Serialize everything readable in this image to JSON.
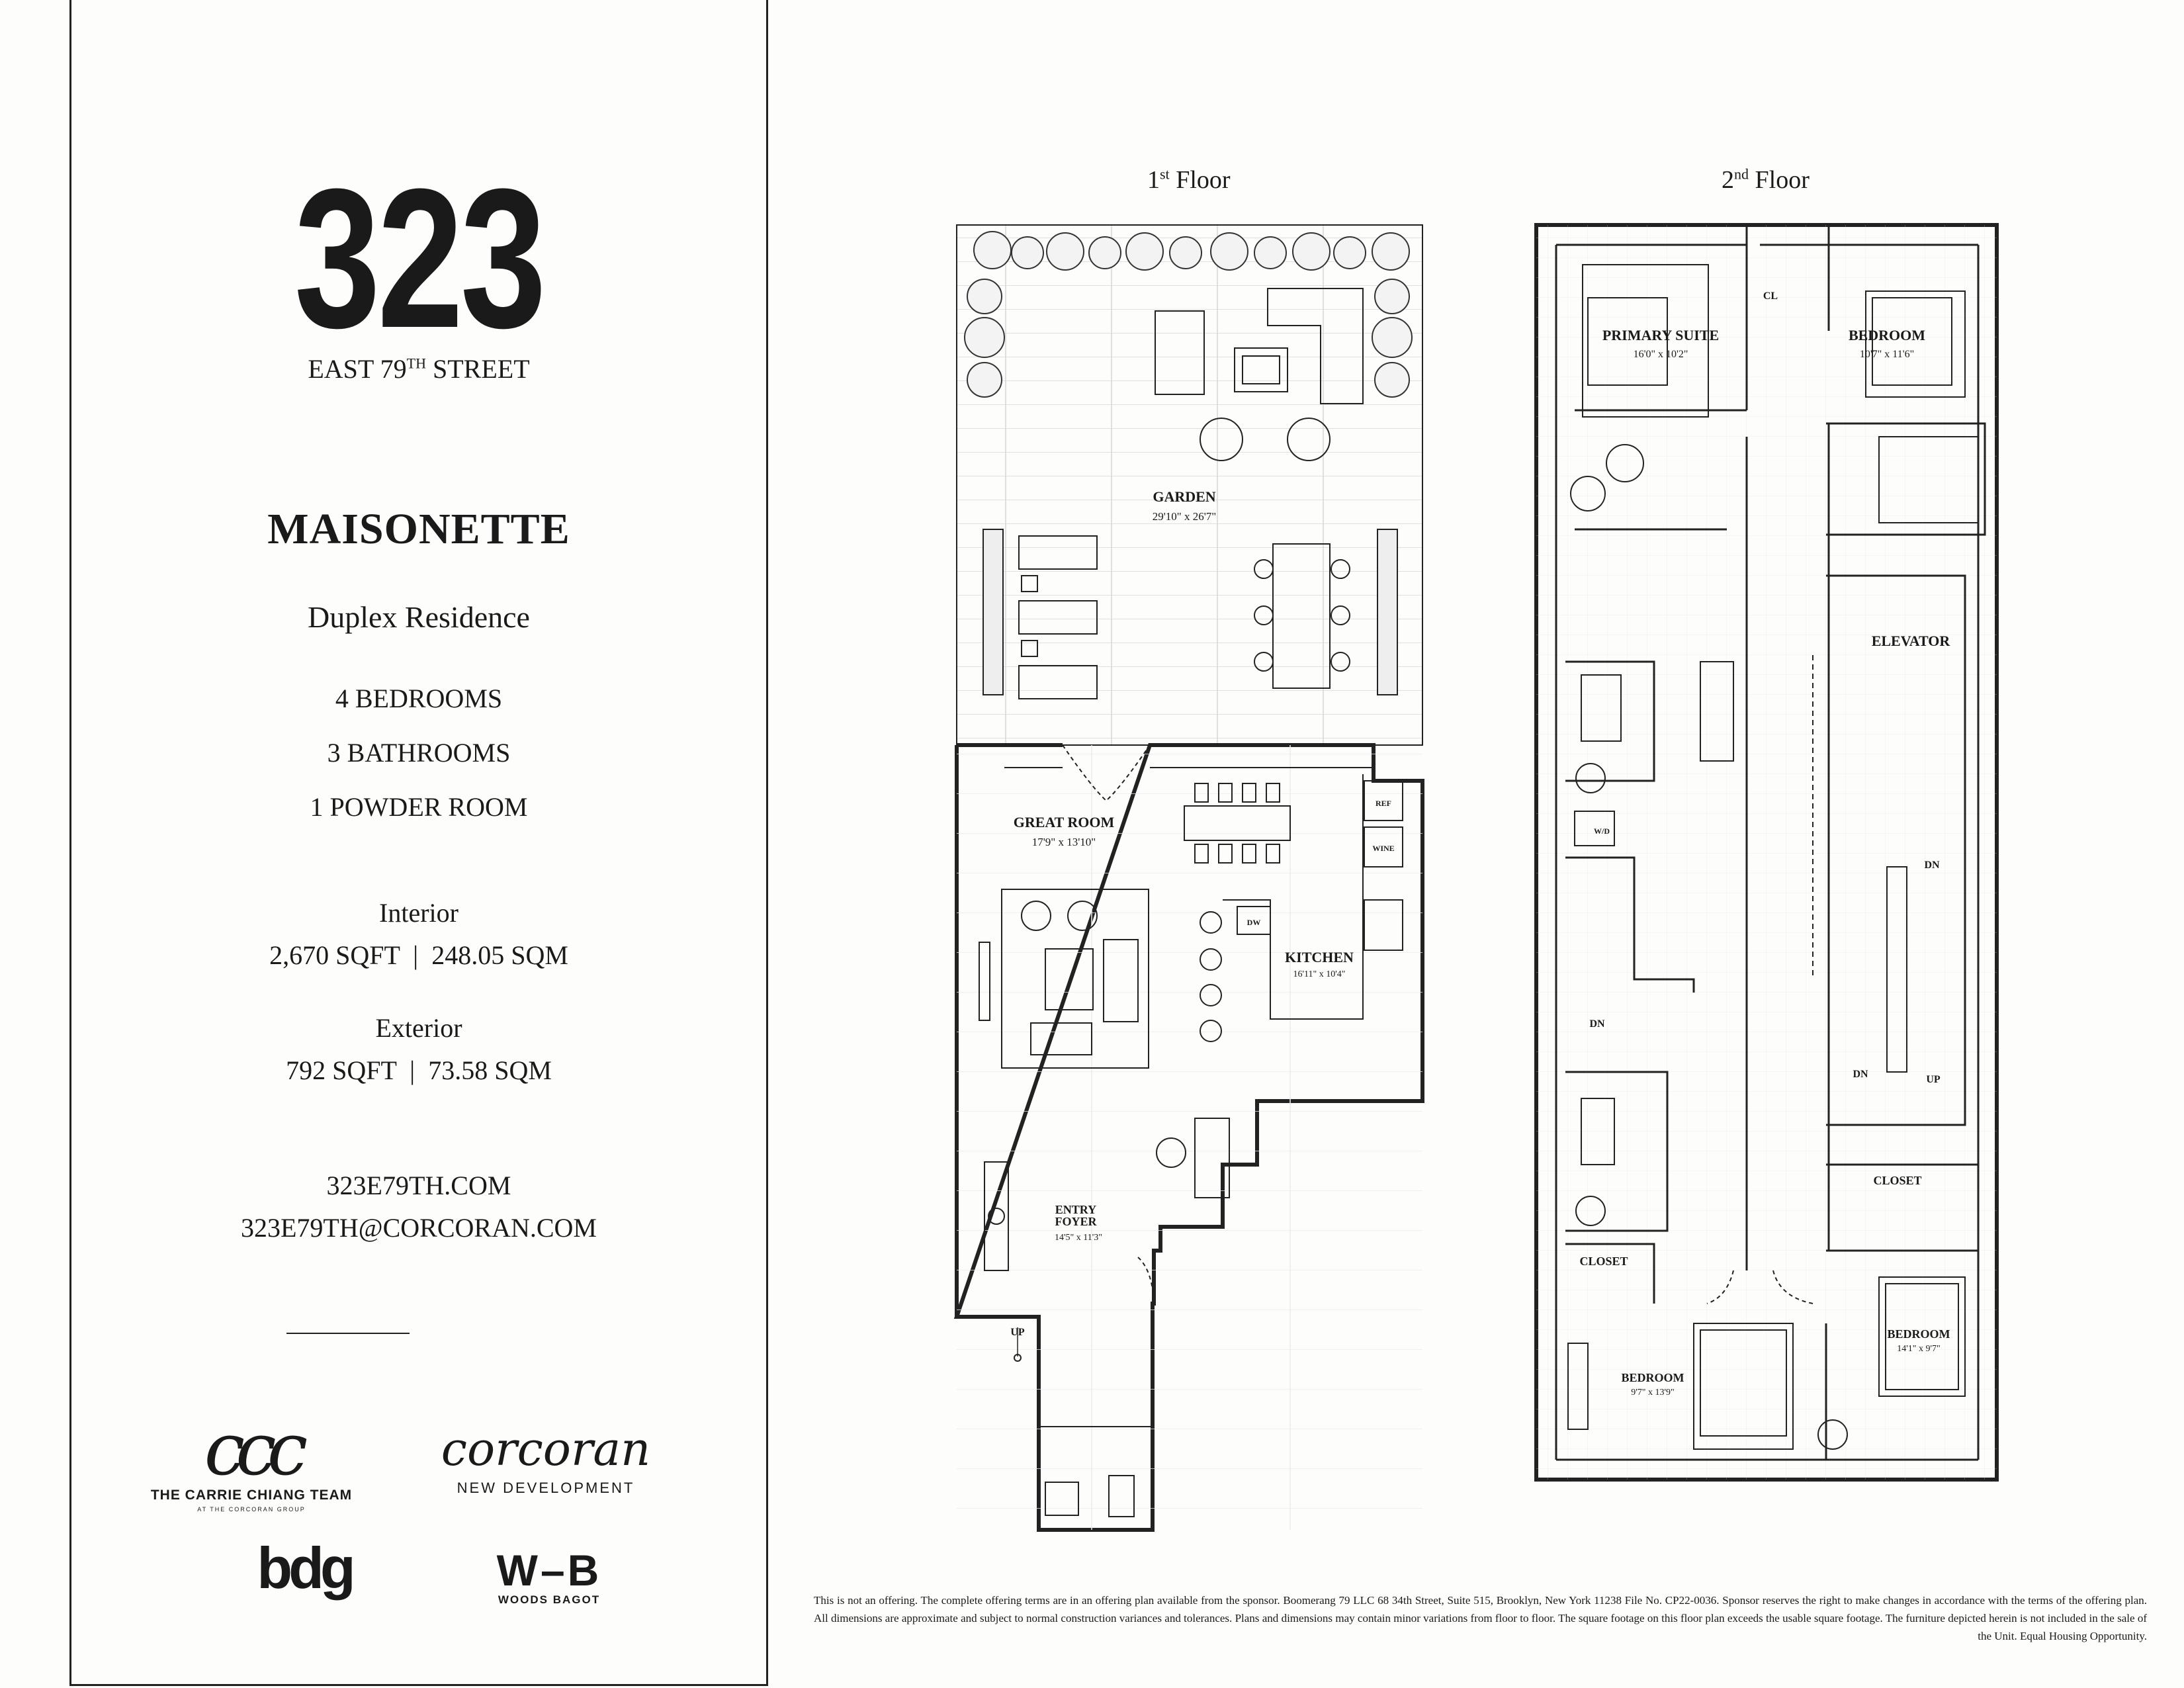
{
  "panel": {
    "number": "323",
    "street_main": "EAST 79",
    "street_sup": "TH",
    "street_end": " STREET",
    "title": "MAISONETTE",
    "subtitle": "Duplex Residence",
    "specs": [
      "4 BEDROOMS",
      "3 BATHROOMS",
      "1 POWDER ROOM"
    ],
    "interior_label": "Interior",
    "interior_value": "2,670 SQFT  |  248.05 SQM",
    "exterior_label": "Exterior",
    "exterior_value": "792 SQFT  |  73.58 SQM",
    "website": "323E79TH.COM",
    "email": "323E79TH@CORCORAN.COM"
  },
  "logos": {
    "ccc_mark": "ccc",
    "ccc_name": "THE CARRIE CHIANG TEAM",
    "ccc_tagline": "AT THE CORCORAN GROUP",
    "corcoran_mark": "corcoran",
    "corcoran_sub": "NEW DEVELOPMENT",
    "bdg_mark": "bdg",
    "wb_mark": "W–B",
    "wb_name": "WOODS BAGOT"
  },
  "floor1": {
    "title_num": "1",
    "title_sup": "st",
    "title_rest": " Floor",
    "rooms": {
      "garden": "GARDEN",
      "garden_dim": "29'10\" x 26'7\"",
      "great_room": "GREAT ROOM",
      "great_room_dim": "17'9\" x 13'10\"",
      "kitchen": "KITCHEN",
      "kitchen_dim": "16'11\" x 10'4\"",
      "entry_foyer_1": "ENTRY",
      "entry_foyer_2": "FOYER",
      "entry_foyer_dim": "14'5\" x 11'3\"",
      "ref": "REF",
      "wine": "WINE",
      "dw": "DW",
      "up": "UP"
    }
  },
  "floor2": {
    "title_num": "2",
    "title_sup": "nd",
    "title_rest": " Floor",
    "rooms": {
      "primary_suite": "PRIMARY SUITE",
      "primary_suite_dim": "16'0\" x 10'2\"",
      "bedroom_a": "BEDROOM",
      "bedroom_a_dim": "10'7\" x 11'6\"",
      "cl": "CL",
      "elevator": "ELEVATOR",
      "wd": "W/D",
      "dn_left": "DN",
      "dn_stair_top": "DN",
      "dn_stair_bottom": "DN",
      "up_stair": "UP",
      "closet_right": "CLOSET",
      "closet_left": "CLOSET",
      "bedroom_b": "BEDROOM",
      "bedroom_b_dim": "14'1\" x 9'7\"",
      "bedroom_c": "BEDROOM",
      "bedroom_c_dim": "9'7\" x 13'9\""
    }
  },
  "disclaimer": "This is not an offering. The complete offering terms are in an offering plan available from the sponsor. Boomerang 79 LLC 68 34th Street, Suite 515, Brooklyn, New York 11238 File No. CP22-0036. Sponsor reserves the right to make changes in accordance with the terms of the offering plan. All dimensions are approximate and subject to normal construction variances and tolerances. Plans and dimensions may contain minor variations from floor to floor. The square footage on this floor plan exceeds the usable square footage. The furniture depicted herein is not included in the sale of the Unit. Equal Housing Opportunity."
}
